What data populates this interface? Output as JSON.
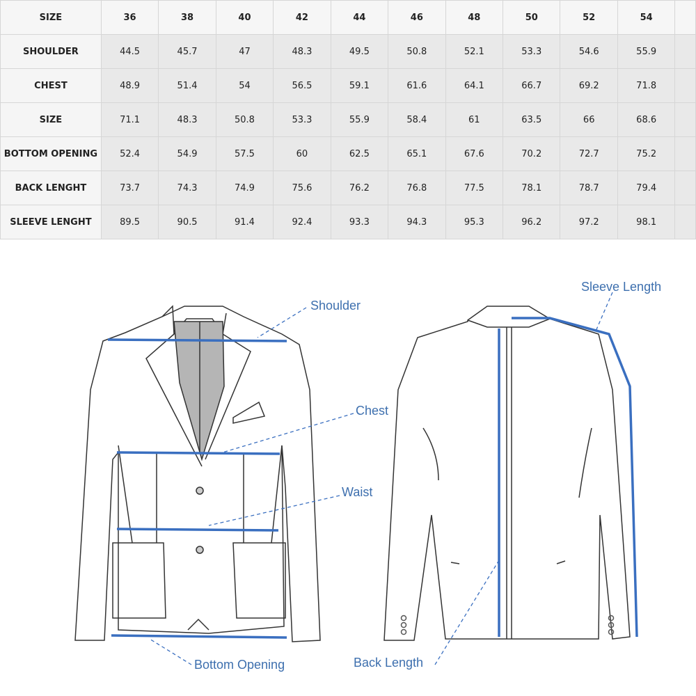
{
  "table": {
    "header_label": "SIZE",
    "sizes": [
      "36",
      "38",
      "40",
      "42",
      "44",
      "46",
      "48",
      "50",
      "52",
      "54"
    ],
    "rows": [
      {
        "label": "SHOULDER",
        "values": [
          "44.5",
          "45.7",
          "47",
          "48.3",
          "49.5",
          "50.8",
          "52.1",
          "53.3",
          "54.6",
          "55.9"
        ]
      },
      {
        "label": "CHEST",
        "values": [
          "48.9",
          "51.4",
          "54",
          "56.5",
          "59.1",
          "61.6",
          "64.1",
          "66.7",
          "69.2",
          "71.8"
        ]
      },
      {
        "label": "SIZE",
        "values": [
          "71.1",
          "48.3",
          "50.8",
          "53.3",
          "55.9",
          "58.4",
          "61",
          "63.5",
          "66",
          "68.6"
        ]
      },
      {
        "label": "BOTTOM OPENING",
        "values": [
          "52.4",
          "54.9",
          "57.5",
          "60",
          "62.5",
          "65.1",
          "67.6",
          "70.2",
          "72.7",
          "75.2"
        ]
      },
      {
        "label": "BACK LENGHT",
        "values": [
          "73.7",
          "74.3",
          "74.9",
          "75.6",
          "76.2",
          "76.8",
          "77.5",
          "78.1",
          "78.7",
          "79.4"
        ]
      },
      {
        "label": "SLEEVE LENGHT",
        "values": [
          "89.5",
          "90.5",
          "91.4",
          "92.4",
          "93.3",
          "94.3",
          "95.3",
          "96.2",
          "97.2",
          "98.1"
        ]
      }
    ]
  },
  "diagram": {
    "shoulder": "Shoulder",
    "chest": "Chest",
    "waist": "Waist",
    "bottom_opening": "Bottom Opening",
    "back_length": "Back Length",
    "sleeve_length": "Sleeve Length",
    "accent": "#3a6fc0"
  }
}
